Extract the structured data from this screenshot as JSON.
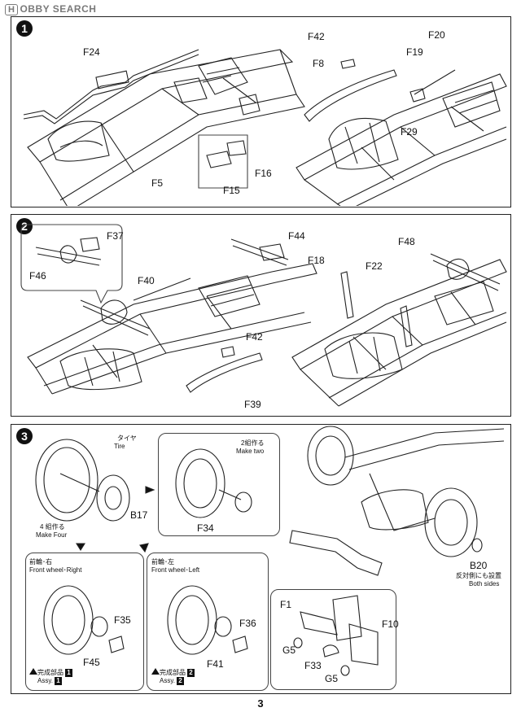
{
  "watermark": {
    "text": "HOBBY SEARCH",
    "logo": "H",
    "rest": "OBBY SEARCH"
  },
  "steps": [
    {
      "number": "1"
    },
    {
      "number": "2"
    },
    {
      "number": "3"
    }
  ],
  "step1": {
    "labels": {
      "f24": "F24",
      "f5": "F5",
      "f15": "F15",
      "f16": "F16",
      "f42": "F42",
      "f8": "F8",
      "f19": "F19",
      "f20": "F20",
      "f29": "F29"
    }
  },
  "step2": {
    "labels": {
      "f37": "F37",
      "f46": "F46",
      "f40": "F40",
      "f44": "F44",
      "f42": "F42",
      "f39": "F39",
      "f18": "F18",
      "f22": "F22",
      "f48": "F48"
    }
  },
  "step3": {
    "tire_jp": "タイヤ",
    "tire_en": "Tire",
    "make_four_jp": "4 組作る",
    "make_four_en": "Make Four",
    "make_two_jp": "2組作る",
    "make_two_en": "Make two",
    "front_right_jp": "前輪･右",
    "front_right_en": "Front wheel･Right",
    "front_left_jp": "前輪･左",
    "front_left_en": "Front wheel･Left",
    "both_sides_jp": "反対側にも設置",
    "both_sides_en": "Both sides",
    "assy_jp": "完成部品",
    "assy_en": "Assy.",
    "assy1": "1",
    "assy2": "2",
    "labels": {
      "b17": "B17",
      "f34": "F34",
      "f35": "F35",
      "f45": "F45",
      "f36": "F36",
      "f41": "F41",
      "b20": "B20",
      "f1": "F1",
      "f10": "F10",
      "g5a": "G5",
      "f33": "F33",
      "g5b": "G5"
    }
  },
  "page_number": "3"
}
